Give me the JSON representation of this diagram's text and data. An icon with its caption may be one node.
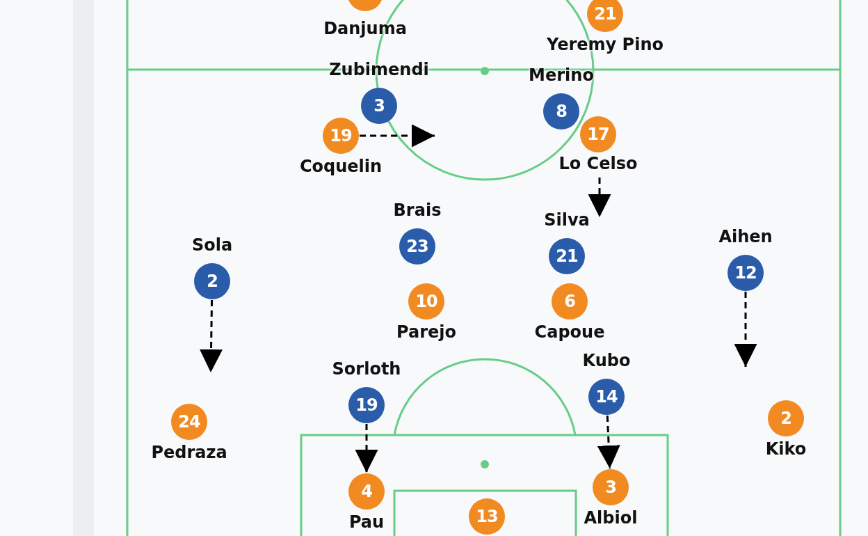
{
  "diagram": {
    "nodes": [
      {
        "text": [],
        "shape": "circle",
        "beside": [
          "Danjuma"
        ]
      },
      {
        "text": [
          "21"
        ],
        "beside": [
          "Yeremy Pino"
        ]
      },
      {
        "text": [
          "3"
        ],
        "beside": [
          "Zubimendi"
        ]
      },
      {
        "text": [
          "8"
        ],
        "beside": [
          "Merino"
        ]
      },
      {
        "text": [
          "19"
        ],
        "beside": [
          "Coquelin"
        ]
      },
      {
        "text": [
          "17"
        ],
        "beside": [
          "Lo Celso"
        ]
      },
      {
        "text": [
          "23"
        ],
        "beside": [
          "Brais"
        ]
      },
      {
        "text": [
          "2"
        ],
        "beside": [
          "Sola"
        ]
      },
      {
        "text": [
          "21"
        ],
        "beside": [
          "Silva"
        ]
      },
      {
        "text": [
          "12"
        ],
        "beside": [
          "Aihen"
        ]
      },
      {
        "text": [
          "10"
        ],
        "beside": [
          "Parejo"
        ]
      },
      {
        "text": [
          "6"
        ],
        "beside": [
          "Capoue"
        ]
      },
      {
        "text": [
          "19"
        ],
        "beside": [
          "Sorloth"
        ]
      },
      {
        "text": [
          "14"
        ],
        "beside": [
          "Kubo"
        ]
      },
      {
        "text": [
          "24"
        ],
        "beside": [
          "Pedraza"
        ]
      },
      {
        "text": [
          "2"
        ],
        "beside": [
          "Kiko"
        ]
      },
      {
        "text": [
          "4"
        ],
        "beside": [
          "Pau"
        ]
      },
      {
        "text": [
          "3"
        ],
        "beside": [
          "Albiol"
        ]
      },
      {
        "text": [
          "13"
        ]
      }
    ],
    "edges": [
      {
        "from": 4,
        "to": null,
        "arrow": "to",
        "style": "dashed"
      },
      {
        "from": 5,
        "to": 8,
        "arrow": "to",
        "style": "dashed"
      },
      {
        "from": 7,
        "to": null,
        "arrow": "to",
        "style": "dashed"
      },
      {
        "from": 9,
        "to": null,
        "arrow": "to",
        "style": "dashed"
      },
      {
        "from": 12,
        "to": 16,
        "arrow": "to",
        "style": "dashed"
      },
      {
        "from": 13,
        "to": 17,
        "arrow": "to",
        "style": "dashed"
      }
    ]
  }
}
